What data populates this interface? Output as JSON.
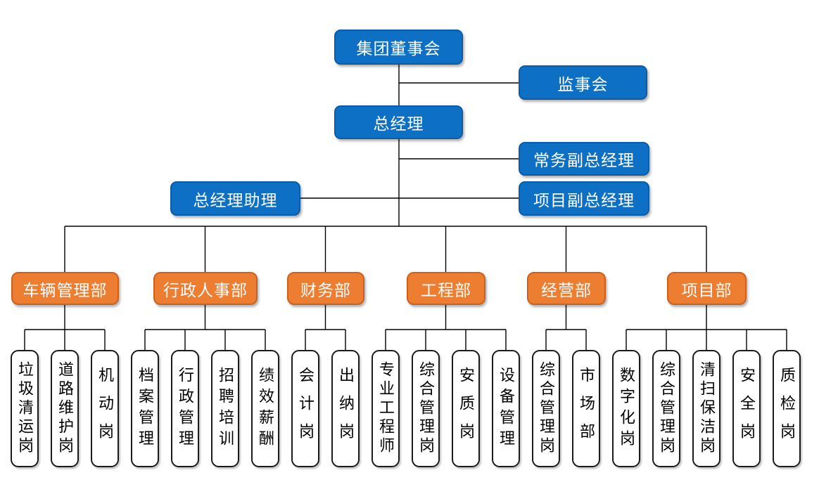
{
  "org": {
    "root": {
      "label": "集团董事会"
    },
    "supervisory_board": {
      "label": "监事会"
    },
    "general_manager": {
      "label": "总经理"
    },
    "executive_deputy_gm": {
      "label": "常务副总经理"
    },
    "gm_assistant": {
      "label": "总经理助理"
    },
    "project_deputy_gm": {
      "label": "项目副总经理"
    },
    "departments": [
      {
        "label": "车辆管理部",
        "positions": [
          "垃圾清运岗",
          "道路维护岗",
          "机动岗"
        ]
      },
      {
        "label": "行政人事部",
        "positions": [
          "档案管理",
          "行政管理",
          "招聘培训",
          "绩效薪酬"
        ]
      },
      {
        "label": "财务部",
        "positions": [
          "会计岗",
          "出纳岗"
        ]
      },
      {
        "label": "工程部",
        "positions": [
          "专业工程师",
          "综合管理岗",
          "安质岗",
          "设备管理"
        ]
      },
      {
        "label": "经营部",
        "positions": [
          "综合管理岗",
          "市场部"
        ]
      },
      {
        "label": "项目部",
        "positions": [
          "数字化岗",
          "综合管理岗",
          "清扫保洁岗",
          "安全岗",
          "质检岗"
        ]
      }
    ],
    "colors": {
      "executive_fill": "#0d70c4",
      "department_fill": "#ed7d31",
      "position_fill": "#ffffff",
      "connector": "#000000"
    }
  }
}
